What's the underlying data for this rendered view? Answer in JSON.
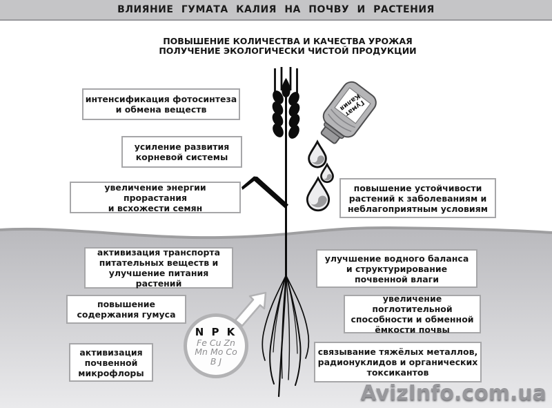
{
  "title_bar": {
    "title": "ВЛИЯНИЕ ГУМАТА КАЛИЯ НА ПОЧВУ И РАСТЕНИЯ"
  },
  "subtitle": "ПОВЫШЕНИЕ КОЛИЧЕСТВА И КАЧЕСТВА УРОЖАЯ\nПОЛУЧЕНИЕ ЭКОЛОГИЧЕСКИ ЧИСТОЙ ПРОДУКЦИИ",
  "plant_benefits": [
    {
      "label": "интенсификация фотосинтеза\nи обмена веществ"
    },
    {
      "label": "усиление развития\nкорневой системы"
    },
    {
      "label": "увеличение энергии прорастания\nи всхожести семян"
    },
    {
      "label": "повышение устойчивости\nрастений к заболеваниям и\nнеблагоприятным условиям"
    }
  ],
  "soil_benefits": [
    {
      "label": "активизация транспорта\nпитательных веществ и\nулучшение питания растений"
    },
    {
      "label": "повышение\nсодержания гумуса"
    },
    {
      "label": "активизация\nпочвенной\nмикрофлоры"
    },
    {
      "label": "улучшение водного баланса\nи структурирование\nпочвенной влаги"
    },
    {
      "label": "увеличение поглотительной\nспособности и обменной\nёмкости почвы"
    },
    {
      "label": "связывание тяжёлых металлов,\nрадионуклидов и органических\nтоксикантов"
    }
  ],
  "npk_circle": {
    "macro_elements": "N P K",
    "micro_elements": "Fe Cu Zn\nMn Mo Co\nB J"
  },
  "package": {
    "label_line1": "Гумат",
    "label_line2": "Калия"
  },
  "watermark": "AvizInfo.com.ua",
  "colors": {
    "title_bar_bg": "#c5c5c7",
    "box_border": "#a6a6a8",
    "soil_top": "#b9b9bd",
    "soil_bottom": "#eaeaec",
    "wave_stroke": "#9e9ea0",
    "package_gray": "#b5b5b7",
    "drop_swirl": "#9a9a9c"
  }
}
